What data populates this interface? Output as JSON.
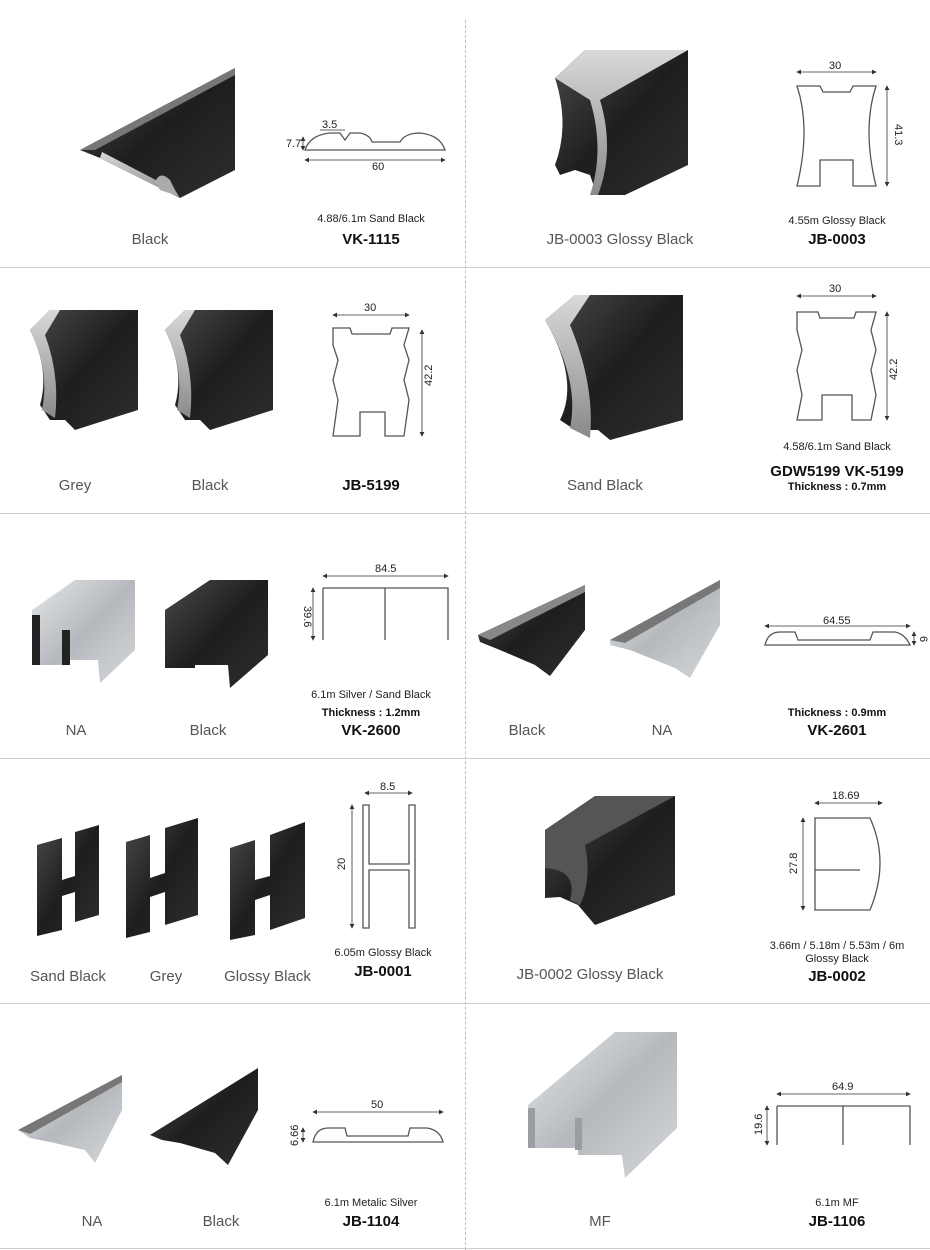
{
  "products": [
    {
      "code": "VK-1115",
      "spec": "4.88/6.1m Sand Black",
      "colors": [
        "Black"
      ],
      "dims": [
        "3.5",
        "7.7",
        "60"
      ]
    },
    {
      "code": "JB-0003",
      "spec": "4.55m  Glossy Black",
      "colors": [
        "JB-0003 Glossy Black"
      ],
      "dims": [
        "30",
        "41.3"
      ]
    },
    {
      "code": "JB-5199",
      "spec": "",
      "colors": [
        "Grey",
        "Black"
      ],
      "dims": [
        "30",
        "42.2"
      ]
    },
    {
      "code": "GDW5199  VK-5199",
      "spec": "4.58/6.1m  Sand Black",
      "thickness": "Thickness : 0.7mm",
      "colors": [
        "Sand Black"
      ],
      "dims": [
        "30",
        "42.2"
      ]
    },
    {
      "code": "VK-2600",
      "spec": "6.1m  Silver / Sand Black",
      "thickness": "Thickness : 1.2mm",
      "colors": [
        "NA",
        "Black"
      ],
      "dims": [
        "84.5",
        "39.6"
      ]
    },
    {
      "code": "VK-2601",
      "spec": "",
      "thickness": "Thickness : 0.9mm",
      "colors": [
        "Black",
        "NA"
      ],
      "dims": [
        "64.55",
        "6"
      ]
    },
    {
      "code": "JB-0001",
      "spec": "6.05m Glossy Black",
      "colors": [
        "Sand Black",
        "Grey",
        "Glossy Black"
      ],
      "dims": [
        "8.5",
        "20"
      ]
    },
    {
      "code": "JB-0002",
      "spec": "3.66m / 5.18m / 5.53m / 6m",
      "spec2": "Glossy Black",
      "colors": [
        "JB-0002 Glossy Black"
      ],
      "dims": [
        "18.69",
        "27.8"
      ]
    },
    {
      "code": "JB-1104",
      "spec": "6.1m  Metalic Silver",
      "colors": [
        "NA",
        "Black"
      ],
      "dims": [
        "50",
        "6.66"
      ]
    },
    {
      "code": "JB-1106",
      "spec": "6.1m  MF",
      "colors": [
        "MF"
      ],
      "dims": [
        "64.9",
        "19.6"
      ]
    }
  ]
}
